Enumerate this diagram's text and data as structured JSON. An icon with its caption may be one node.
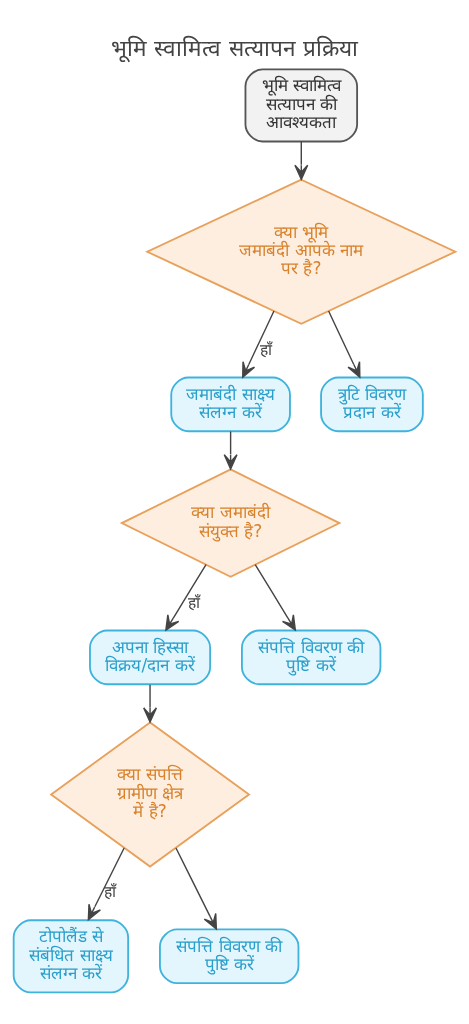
{
  "diagram": {
    "title": "भूमि स्वामित्व सत्यापन प्रक्रिया",
    "nodes": [
      {
        "text": [
          "भूमि स्वामित्व सत्यापन की आवश्यकता"
        ]
      },
      {
        "text": [
          "क्या भूमि जमाबंदी आपके नाम पर है?"
        ]
      },
      {
        "text": [
          "जमाबंदी साक्ष्य संलग्न करें"
        ]
      },
      {
        "text": [
          "त्रुटि विवरण प्रदान करें"
        ]
      },
      {
        "text": [
          "क्या जमाबंदी संयुक्त है?"
        ]
      },
      {
        "text": [
          "अपना हिस्सा विक्रय/दान करें"
        ]
      },
      {
        "text": [
          "संपत्ति विवरण की पुष्टि करें"
        ]
      },
      {
        "text": [
          "क्या संपत्ति ग्रामीण क्षेत्र में है?"
        ]
      },
      {
        "text": [
          "टोपोलैंड से संबंधित साक्ष्य संलग्न करें"
        ]
      },
      {
        "text": [
          "संपत्ति विवरण की पुष्टि करें"
        ]
      }
    ],
    "edges": [
      {
        "from": 0,
        "to": 1,
        "arrow": "to"
      },
      {
        "from": 1,
        "to": 2,
        "arrow": "to",
        "label": "हाँ"
      },
      {
        "from": 1,
        "to": 3,
        "arrow": "to"
      },
      {
        "from": 2,
        "to": 4,
        "arrow": "to"
      },
      {
        "from": 4,
        "to": 5,
        "arrow": "to",
        "label": "हाँ"
      },
      {
        "from": 4,
        "to": 6,
        "arrow": "to"
      },
      {
        "from": 5,
        "to": 7,
        "arrow": "to"
      },
      {
        "from": 7,
        "to": 8,
        "arrow": "to",
        "label": "हाँ"
      },
      {
        "from": 7,
        "to": 9,
        "arrow": "to"
      }
    ]
  }
}
